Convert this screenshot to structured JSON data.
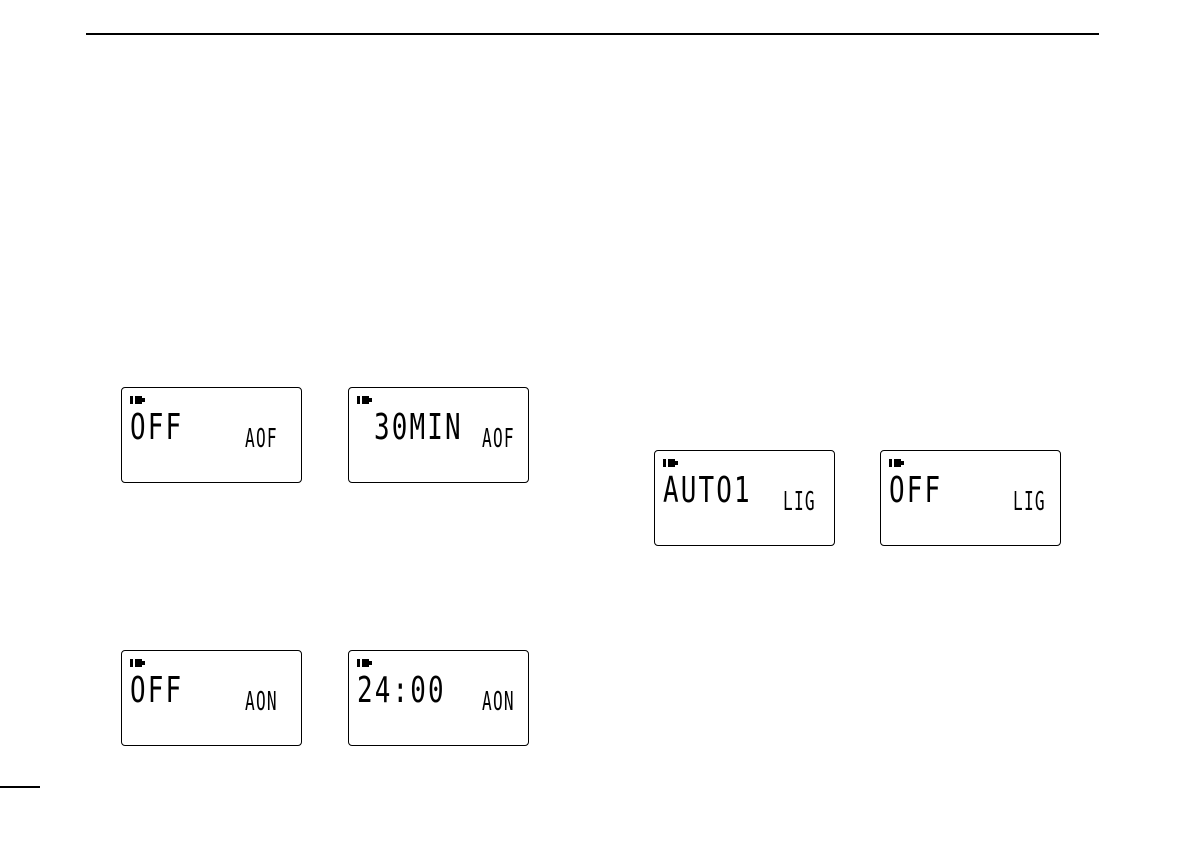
{
  "displays": [
    {
      "id": "lcd-a1",
      "main": "OFF",
      "sub": "AOF",
      "icon": "battery-icon"
    },
    {
      "id": "lcd-a2",
      "main": "30MIN",
      "sub": "AOF",
      "icon": "battery-icon"
    },
    {
      "id": "lcd-b1",
      "main": "OFF",
      "sub": "AON",
      "icon": "battery-icon"
    },
    {
      "id": "lcd-b2",
      "main": "24:00",
      "sub": "AON",
      "icon": "battery-icon"
    },
    {
      "id": "lcd-c1",
      "main": "AUTO1",
      "sub": "LIG",
      "icon": "battery-icon"
    },
    {
      "id": "lcd-c2",
      "main": "OFF",
      "sub": "LIG",
      "icon": "battery-icon"
    }
  ]
}
